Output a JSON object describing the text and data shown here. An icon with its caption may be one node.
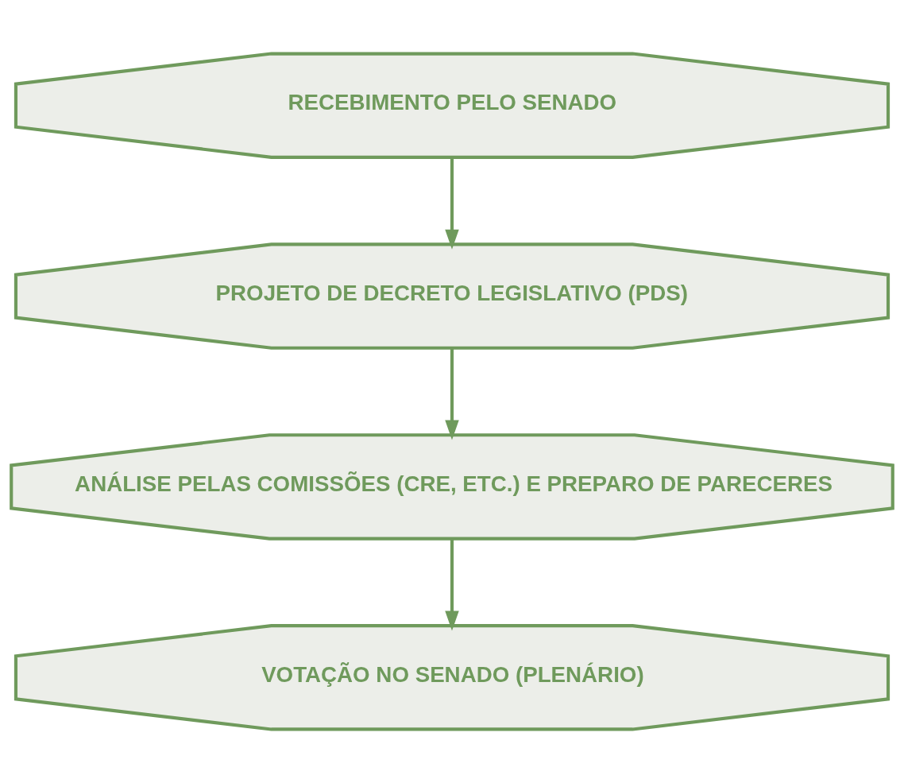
{
  "diagram": {
    "nodes": [
      {
        "text": [
          "RECEBIMENTO PELO SENADO"
        ]
      },
      {
        "text": [
          "PROJETO DE DECRETO LEGISLATIVO (PDS)"
        ]
      },
      {
        "text": [
          "ANÁLISE PELAS COMISSÕES (CRE, ETC.) E PREPARO DE PARECERES"
        ]
      },
      {
        "text": [
          "VOTAÇÃO NO SENADO (PLENÁRIO)"
        ]
      }
    ],
    "edges": [
      {
        "from": 0,
        "to": 1,
        "arrow": "to"
      },
      {
        "from": 1,
        "to": 2,
        "arrow": "to"
      },
      {
        "from": 2,
        "to": 3,
        "arrow": "to"
      }
    ]
  }
}
